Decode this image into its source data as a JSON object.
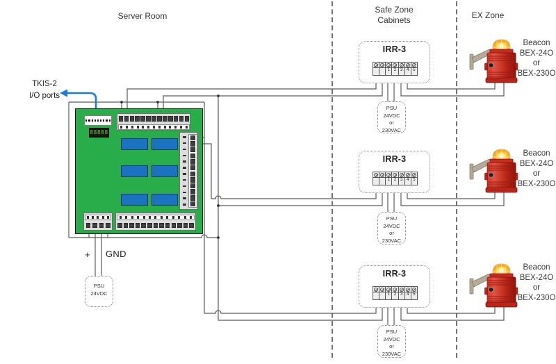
{
  "zones": {
    "server_room": "Server Room",
    "safe_zone_line1": "Safe Zone",
    "safe_zone_line2": "Cabinets",
    "ex_zone": "EX Zone"
  },
  "controller": {
    "label_line1": "TKIS-2",
    "label_line2": "I/O ports",
    "display_value": "88888",
    "plus_label": "+",
    "gnd_label": "GND",
    "psu_line1": "PSU",
    "psu_line2": "24VDC"
  },
  "rows": [
    {
      "module": "IRR-3",
      "terminals": [
        "",
        "",
        "1",
        "2",
        "3",
        "4",
        "5"
      ],
      "psu_line1": "PSU",
      "psu_line2": "24VDC",
      "psu_line3": "or",
      "psu_line4": "230VAC",
      "beacon_line1": "Beacon",
      "beacon_line2": "BEX-24O",
      "beacon_line3": "or",
      "beacon_line4": "BEX-230O"
    },
    {
      "module": "IRR-3",
      "terminals": [
        "",
        "",
        "1",
        "2",
        "3",
        "4",
        "5"
      ],
      "psu_line1": "PSU",
      "psu_line2": "24VDC",
      "psu_line3": "or",
      "psu_line4": "230VAC",
      "beacon_line1": "Beacon",
      "beacon_line2": "BEX-24O",
      "beacon_line3": "or",
      "beacon_line4": "BEX-230O"
    },
    {
      "module": "IRR-3",
      "terminals": [
        "",
        "",
        "1",
        "2",
        "3",
        "4",
        "5"
      ],
      "psu_line1": "PSU",
      "psu_line2": "24VDC",
      "psu_line3": "or",
      "psu_line4": "230VAC",
      "beacon_line1": "Beacon",
      "beacon_line2": "BEX-24O",
      "beacon_line3": "or",
      "beacon_line4": "BEX-230O"
    }
  ],
  "colors": {
    "wire": "#5a5a5a",
    "dashed_separator": "#444444",
    "pcb_green": "#29ad4b",
    "component_blue": "#1a72c0",
    "arrow_blue": "#1e7ad4",
    "beacon_red": "#c3291c",
    "beacon_dome_orange": "#f59b00",
    "display_green": "#63c822"
  }
}
